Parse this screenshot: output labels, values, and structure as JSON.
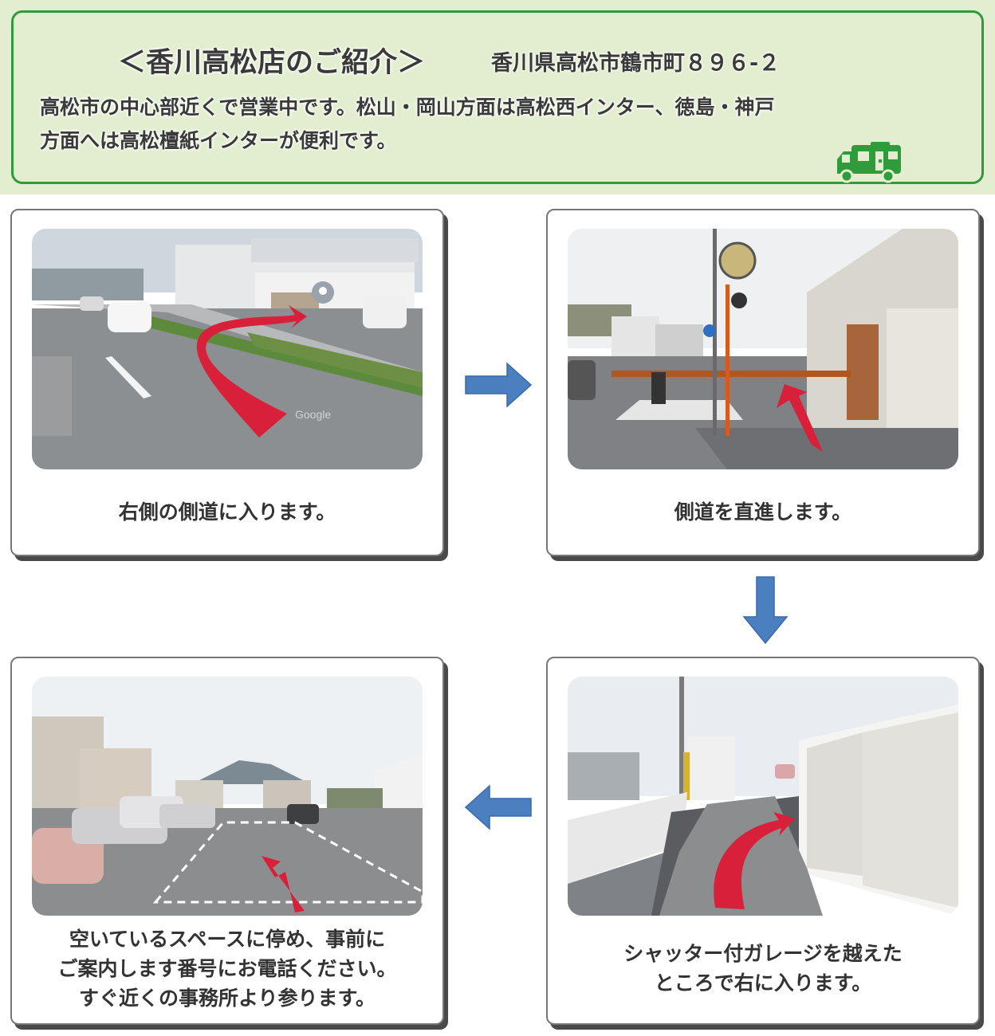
{
  "header": {
    "title": "＜香川高松店のご紹介＞",
    "address": "香川県高松市鶴市町８９６-２",
    "description_line1": "高松市の中心部近くで営業中です。松山・岡山方面は高松西インター、徳島・神戸",
    "description_line2": "方面へは高松檀紙インターが便利です。",
    "icon": "camper-truck-icon"
  },
  "steps": [
    {
      "caption": "右側の側道に入ります。",
      "photo_watermark": "Google"
    },
    {
      "caption": "側道を直進します。"
    },
    {
      "caption_line1": "シャッター付ガレージを越えた",
      "caption_line2": "ところで右に入ります。"
    },
    {
      "caption_line1": "空いているスペースに停め、事前に",
      "caption_line2": "ご案内します番号にお電話ください。",
      "caption_line3": "すぐ近くの事務所より参ります。"
    }
  ],
  "colors": {
    "banner_bg": "#e3eed0",
    "banner_border": "#2f9b3a",
    "route_arrow": "#d9203a",
    "flow_arrow": "#4a7fc0",
    "icon_green": "#2f9b3a"
  }
}
